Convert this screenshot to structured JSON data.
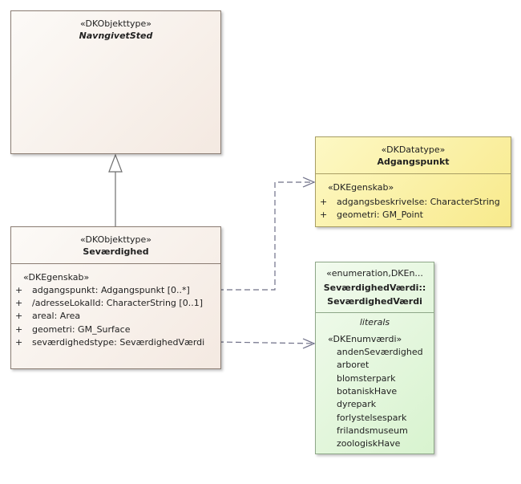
{
  "classes": {
    "navngivet_sted": {
      "stereotype": "«DKObjekttype»",
      "name": "NavngivetSted"
    },
    "sevaerdighed": {
      "stereotype": "«DKObjekttype»",
      "name": "Seværdighed",
      "attr_stereotype": "«DKEgenskab»",
      "attributes": [
        {
          "vis": "+",
          "text": "adgangspunkt: Adgangspunkt [0..*]"
        },
        {
          "vis": "+",
          "text": "/adresseLokalId: CharacterString [0..1]"
        },
        {
          "vis": "+",
          "text": "areal: Area"
        },
        {
          "vis": "+",
          "text": "geometri: GM_Surface"
        },
        {
          "vis": "+",
          "text": "seværdighedstype: SeværdighedVærdi"
        }
      ]
    },
    "adgangspunkt": {
      "stereotype": "«DKDatatype»",
      "name": "Adgangspunkt",
      "attr_stereotype": "«DKEgenskab»",
      "attributes": [
        {
          "vis": "+",
          "text": "adgangsbeskrivelse: CharacterString"
        },
        {
          "vis": "+",
          "text": "geometri: GM_Point"
        }
      ]
    },
    "sevaerdighed_vaerdi": {
      "stereotype": "«enumeration,DKEn...",
      "name_line1": "SeværdighedVærdi::",
      "name_line2": "SeværdighedVærdi",
      "section_label": "literals",
      "literal_stereotype": "«DKEnumværdi»",
      "literals": [
        "andenSeværdighed",
        "arboret",
        "blomsterpark",
        "botaniskHave",
        "dyrepark",
        "forlystelsespark",
        "frilandsmuseum",
        "zoologiskHave"
      ]
    }
  }
}
